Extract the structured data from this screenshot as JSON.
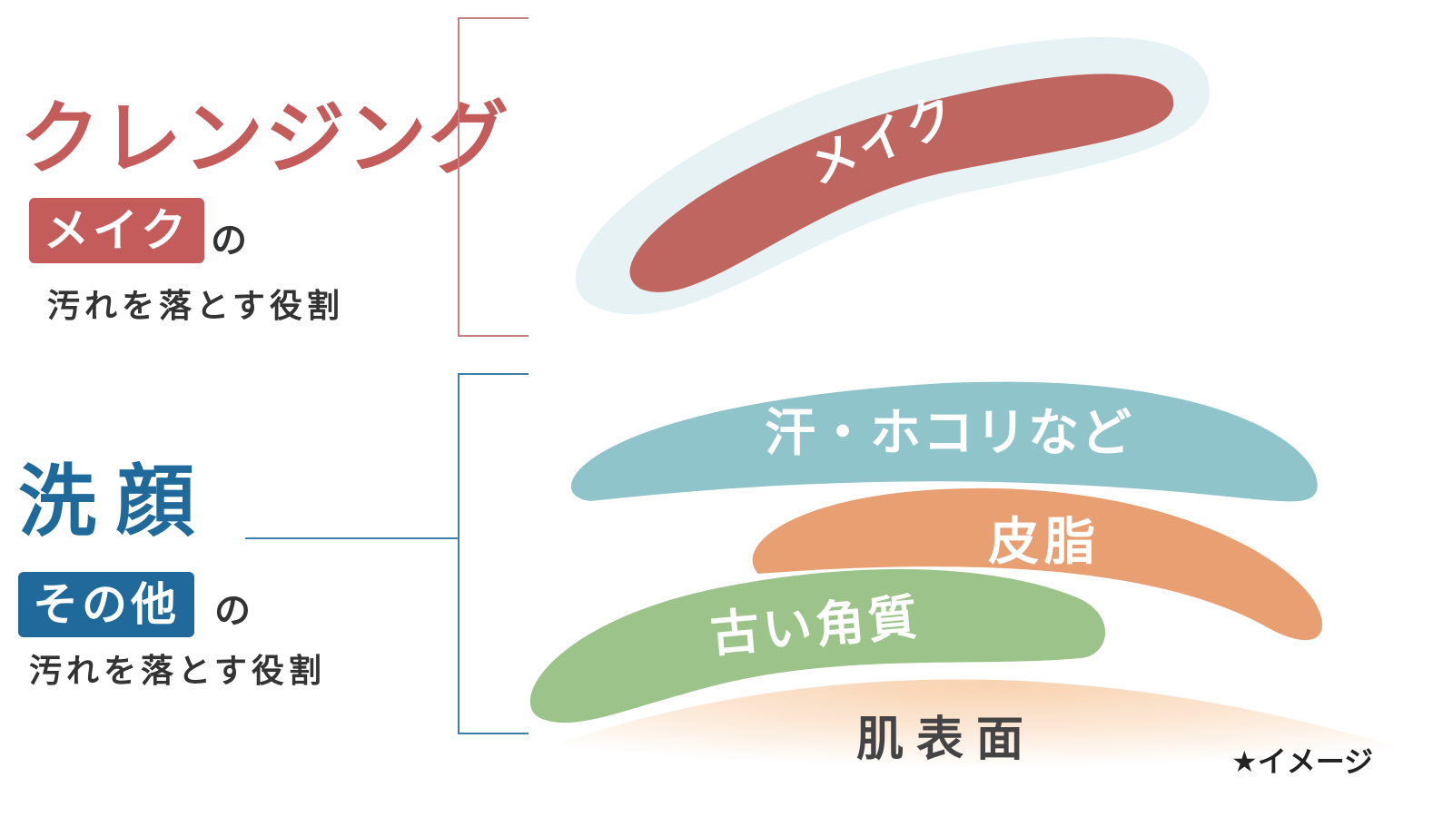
{
  "left_panel": {
    "cleansing": {
      "title": "クレンジング",
      "badge": "メイク",
      "particle": "の",
      "role": "汚れを落とす役割"
    },
    "face_wash": {
      "title": "洗顔",
      "badge": "その他",
      "particle": "の",
      "role": "汚れを落とす役割"
    }
  },
  "layers": {
    "makeup": "メイク",
    "sweat_dust": "汗・ホコリなど",
    "sebum": "皮脂",
    "old_keratin": "古い角質",
    "skin_surface": "肌表面"
  },
  "note": "★イメージ",
  "colors": {
    "cleansing_accent": "#c45c5c",
    "face_wash_accent": "#1f6a9a",
    "makeup_layer": "#c06660",
    "makeup_halo": "#e6f2f4",
    "sweat_layer": "#8fc4ca",
    "sebum_layer": "#e8a072",
    "keratin_layer": "#9cc48a",
    "skin_layer": "#fbe3cc"
  }
}
